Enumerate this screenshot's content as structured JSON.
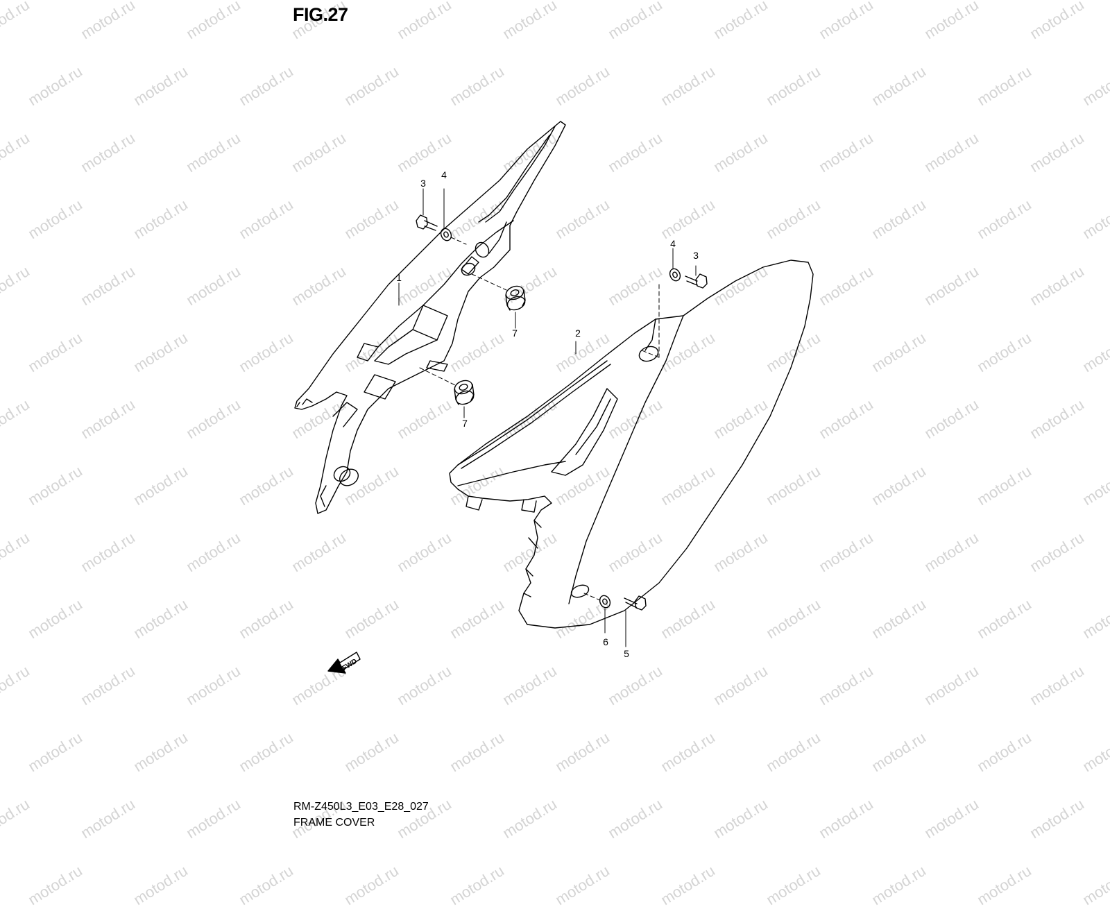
{
  "figure": {
    "title": "FIG.27",
    "code": "RM-Z450L3_E03_E28_027",
    "name": "FRAME COVER"
  },
  "watermark": {
    "text": "motod.ru",
    "color": "#d4d4d4"
  },
  "callouts": [
    {
      "id": "c3a",
      "label": "3"
    },
    {
      "id": "c4a",
      "label": "4"
    },
    {
      "id": "c1",
      "label": "1"
    },
    {
      "id": "c7a",
      "label": "7"
    },
    {
      "id": "c7b",
      "label": "7"
    },
    {
      "id": "c4b",
      "label": "4"
    },
    {
      "id": "c3b",
      "label": "3"
    },
    {
      "id": "c2",
      "label": "2"
    },
    {
      "id": "c6",
      "label": "6"
    },
    {
      "id": "c5",
      "label": "5"
    }
  ],
  "direction_marker": {
    "label": "FWD"
  }
}
